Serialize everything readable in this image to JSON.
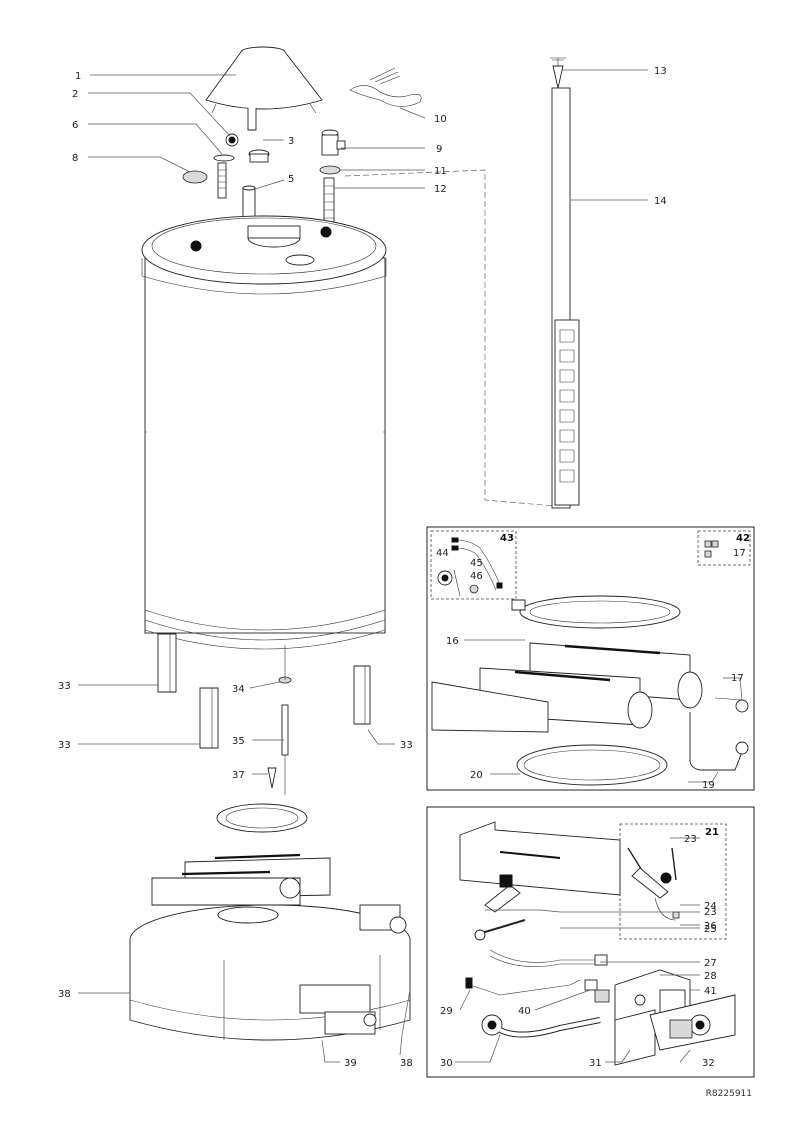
{
  "drawing_ref": "R8225911",
  "labels": {
    "l1": "1",
    "l2": "2",
    "l3": "3",
    "l5": "5",
    "l6": "6",
    "l8": "8",
    "l9": "9",
    "l10": "10",
    "l11": "11",
    "l12": "12",
    "l13": "13",
    "l14": "14",
    "l16": "16",
    "l17a": "17",
    "l17b": "17",
    "l19": "19",
    "l20": "20",
    "l21": "21",
    "l23a": "23",
    "l23b": "23",
    "l24": "24",
    "l25": "25",
    "l26": "26",
    "l27": "27",
    "l28": "28",
    "l29": "29",
    "l30": "30",
    "l31": "31",
    "l32": "32",
    "l33a": "33",
    "l33b": "33",
    "l33c": "33",
    "l34": "34",
    "l35": "35",
    "l37": "37",
    "l38a": "38",
    "l38b": "38",
    "l39": "39",
    "l40": "40",
    "l41": "41",
    "l42": "42",
    "l43": "43",
    "l44": "44",
    "l45": "45",
    "l46": "46"
  }
}
